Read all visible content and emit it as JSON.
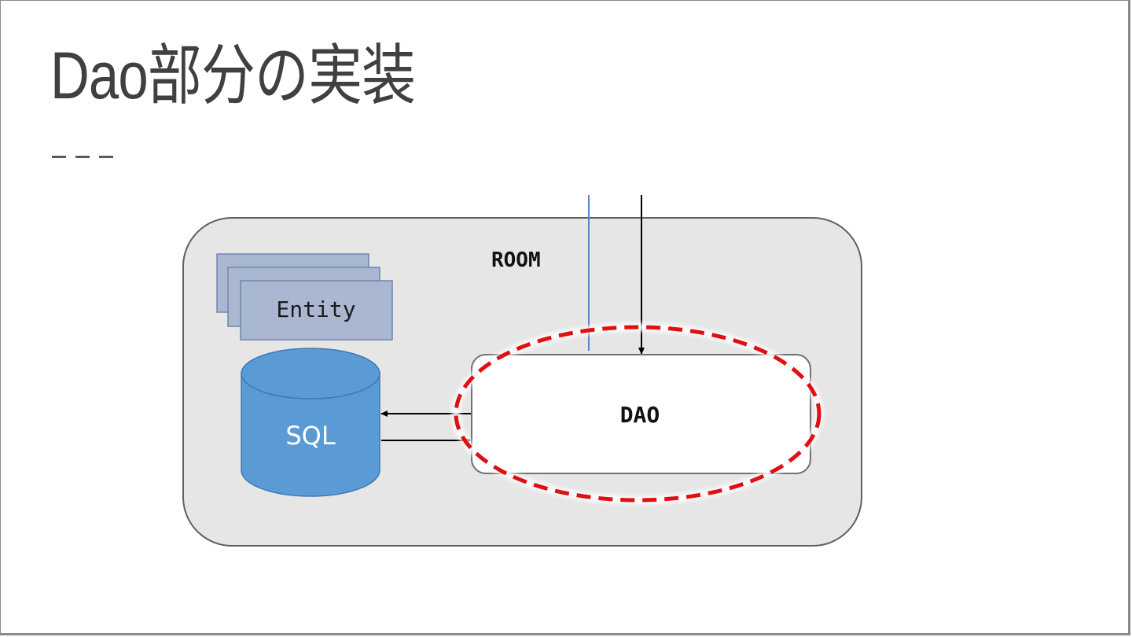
{
  "slide": {
    "title": "Dao部分の実装",
    "underline_decoration": "three-dashes"
  },
  "diagram": {
    "container": {
      "label": "ROOM",
      "fill": "#e6e6e6",
      "stroke": "#606060"
    },
    "entity": {
      "label": "Entity",
      "fill": "#a9b8d0",
      "stroke": "#6d86ad",
      "stack_count": 3
    },
    "database": {
      "label": "SQL",
      "fill": "#5b9bd5",
      "stroke": "#3f78b5",
      "text_color": "#ffffff",
      "icon": "database-cylinder-icon"
    },
    "dao": {
      "label": "DAO",
      "fill": "#ffffff",
      "stroke": "#707070"
    },
    "highlight": {
      "shape": "dashed-ellipse",
      "color": "#e01010"
    },
    "connectors": [
      {
        "from": "dao",
        "to": "database",
        "type": "arrow"
      },
      {
        "from": "database",
        "to": "dao",
        "type": "arrow"
      },
      {
        "from": "outside",
        "to": "dao",
        "type": "arrow"
      },
      {
        "from": "outside",
        "to": "dao",
        "type": "line",
        "color": "#5b84c4"
      }
    ]
  }
}
